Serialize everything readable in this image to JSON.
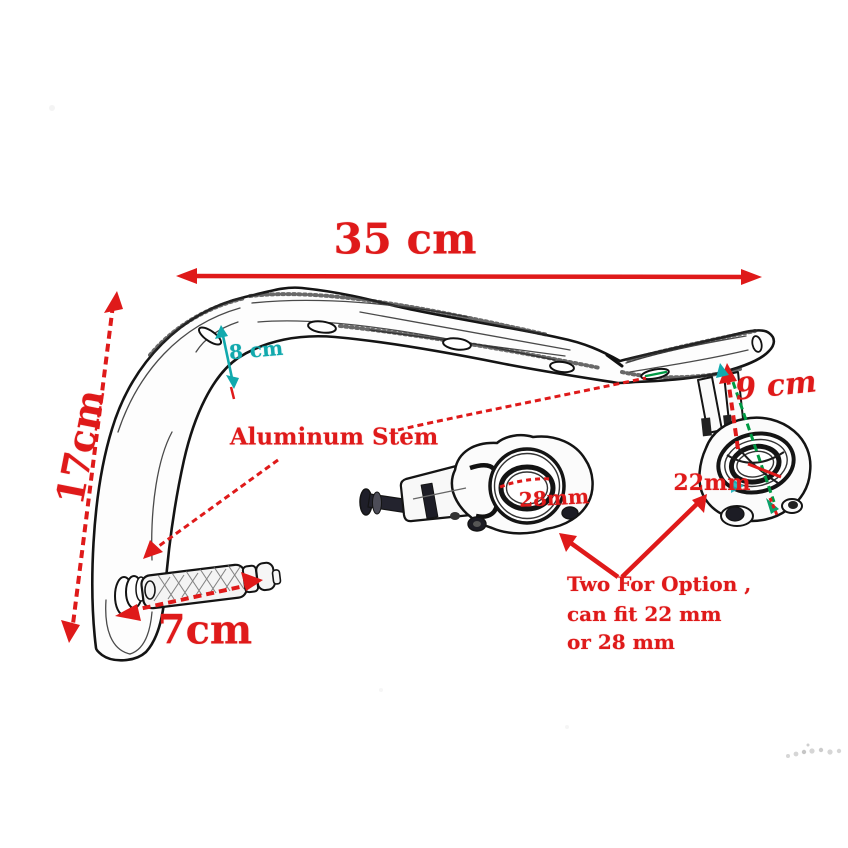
{
  "image_type": "product dimension diagram",
  "subject": "Motorcycle handguard with aluminum stem and two handlebar clamp options",
  "colors": {
    "annotation_red": "#df1a1a",
    "annotation_teal": "#11a9ad",
    "annotation_green": "#009a44",
    "line_art_ink": "#141414",
    "background": "#ffffff"
  },
  "dimensions": {
    "overall_width": "35 cm",
    "overall_height": "17cm",
    "guard_drop": "8 cm",
    "stem_height": "9 cm",
    "grip_length": "7cm",
    "large_clamp_bore": "28mm",
    "small_clamp_bore": "22mm"
  },
  "labels": {
    "stem": "Aluminum Stem",
    "option_note": [
      "Two For Option ,",
      "can fit 22 mm",
      "or 28 mm"
    ]
  }
}
